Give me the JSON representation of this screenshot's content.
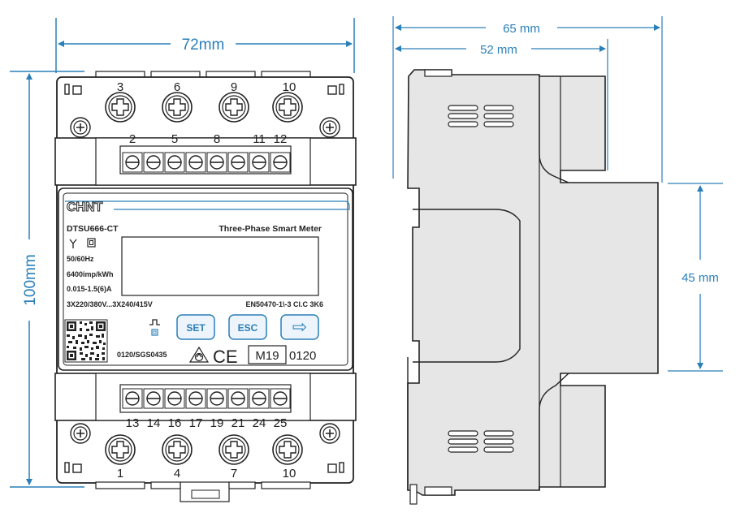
{
  "dimensions": {
    "width_front": "72mm",
    "height_front": "100mm",
    "depth_total": "65 mm",
    "depth_body": "52 mm",
    "rail_height": "45 mm"
  },
  "terminals": {
    "top_screws": [
      "3",
      "6",
      "9",
      "10"
    ],
    "top_block": [
      "2",
      "5",
      "8",
      "11",
      "12"
    ],
    "bottom_block": [
      "13",
      "14",
      "16",
      "17",
      "19",
      "21",
      "24",
      "25"
    ],
    "bottom_screws": [
      "1",
      "4",
      "7",
      "10"
    ]
  },
  "meter": {
    "brand": "CHNT",
    "model": "DTSU666-CT",
    "product_name": "Three-Phase Smart Meter",
    "freq": "50/60Hz",
    "constant": "6400imp/kWh",
    "current": "0.015-1.5(6)A",
    "voltage": "3X220/380V...3X240/415V",
    "standard": "EN50470-1\\-3 Cl.C 3K6",
    "serial": "0120/SGS0435",
    "metrology_mark": "M19",
    "notified_body": "0120",
    "ce_mark": "CE",
    "buttons": {
      "set": "SET",
      "esc": "ESC",
      "next_glyph": "⇨"
    }
  },
  "colors": {
    "dimension_line": "#2a7fb8",
    "outline": "#222222",
    "button_fill": "#eef4fb",
    "button_stroke": "#2a7fb8",
    "side_body": "#e6e6e6"
  }
}
